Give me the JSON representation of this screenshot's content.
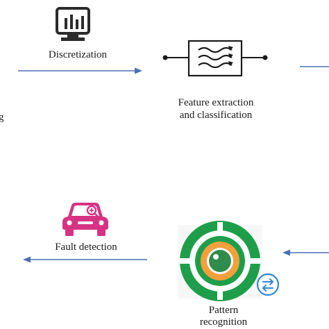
{
  "diagram": {
    "nodes": [
      {
        "id": "discretization",
        "label": "Discretization",
        "icon": "monitor-bar-chart-icon"
      },
      {
        "id": "feature",
        "label_lines": [
          "Feature extraction",
          "and classification"
        ],
        "icon": "filter-waves-icon"
      },
      {
        "id": "fault",
        "label": "Fault detection",
        "icon": "car-search-icon"
      },
      {
        "id": "pattern",
        "label_lines": [
          "Pattern",
          "recognition"
        ],
        "icon": "target-eye-icon"
      },
      {
        "id": "cutoff",
        "label": "g"
      }
    ],
    "arrows": [
      {
        "from": "left-edge",
        "to": "feature",
        "direction": "right"
      },
      {
        "from": "feature",
        "to": "right-edge",
        "direction": "right"
      },
      {
        "from": "right-edge",
        "to": "pattern",
        "direction": "left"
      },
      {
        "from": "fault",
        "to": "left-edge",
        "direction": "left"
      }
    ],
    "colors": {
      "arrow": "#4a6fb5",
      "text": "#1a1a1a",
      "icon_dark": "#2b2b2b",
      "car": "#d63384",
      "target_green": "#1e9e4a",
      "eye_orange": "#f2a03c",
      "eye_pupil": "#2f8c4a",
      "badge_blue": "#2f86d6"
    }
  }
}
